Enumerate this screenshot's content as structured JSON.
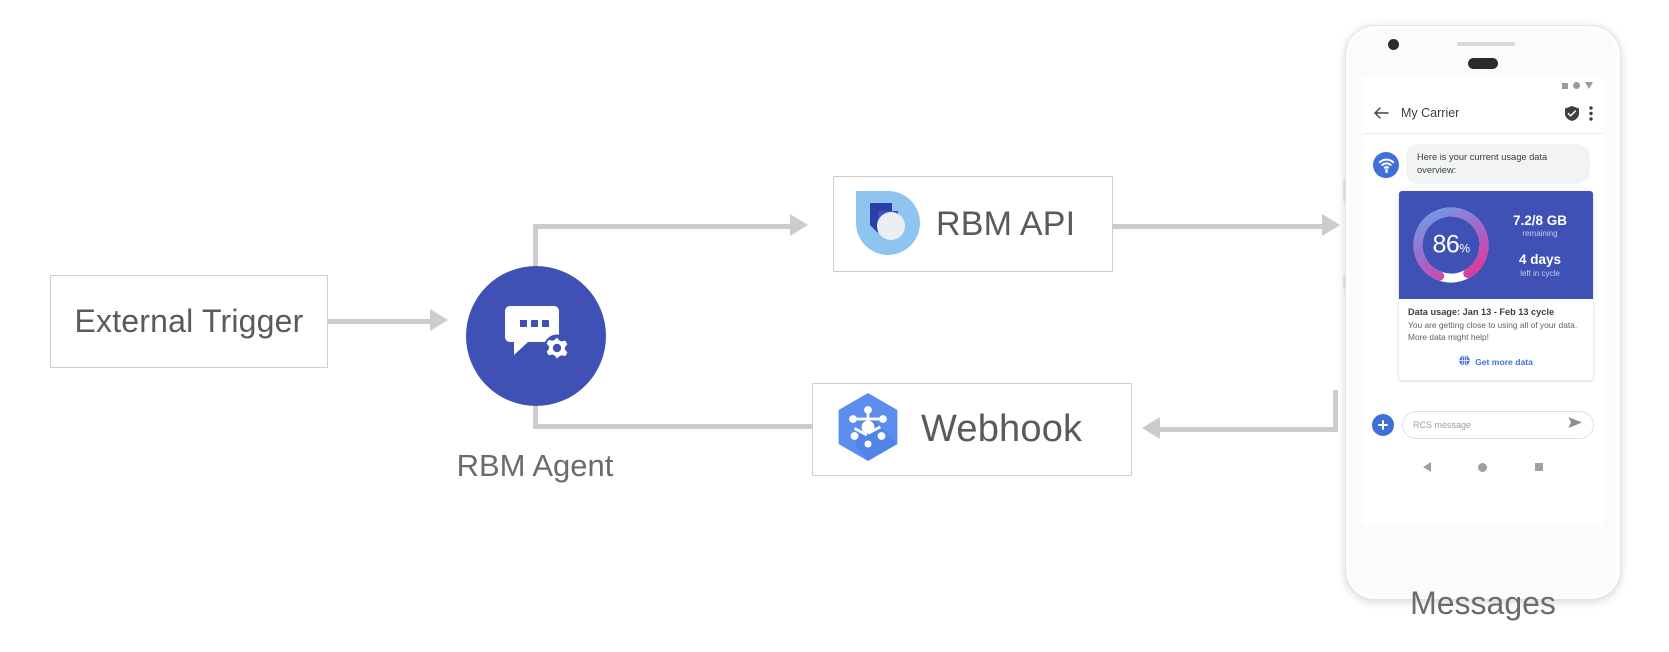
{
  "diagram": {
    "nodes": {
      "external_trigger": {
        "label": "External Trigger"
      },
      "rbm_agent": {
        "label": "RBM Agent",
        "icon": "chat-gear-icon",
        "color": "#3f51b5"
      },
      "rbm_api": {
        "label": "RBM API",
        "icon": "rbm-api-logo-icon"
      },
      "webhook": {
        "label": "Webhook",
        "icon": "webhook-hexagon-icon",
        "color": "#4a7ce0"
      },
      "messages": {
        "label": "Messages"
      }
    },
    "connector_color": "#cccccc"
  },
  "phone": {
    "status_bar": {
      "icons": [
        "square-icon",
        "circle-icon",
        "triangle-down-icon"
      ]
    },
    "app_bar": {
      "back_icon": "back-arrow-icon",
      "title": "My Carrier",
      "verified_icon": "verified-shield-icon",
      "overflow_icon": "more-vert-icon"
    },
    "conversation": {
      "agent_avatar_icon": "wifi-router-icon",
      "intro_message": "Here is your current usage data overview:",
      "card": {
        "gauge": {
          "percent": "86",
          "percent_symbol": "%",
          "value": 86,
          "gradient_start": "#6aa3e8",
          "gradient_mid": "#9a6fd0",
          "gradient_end": "#e0399a",
          "track_color": "#ffffff"
        },
        "stats": [
          {
            "main": "7.2/8 GB",
            "sub": "remaining"
          },
          {
            "main": "4 days",
            "sub": "left in cycle"
          }
        ],
        "title": "Data usage: Jan 13 - Feb 13 cycle",
        "description_line1": "You are getting close to using all of your data.",
        "description_line2": "More data might help!",
        "action": {
          "icon": "globe-icon",
          "label": "Get more data",
          "color": "#3f6fd8"
        }
      }
    },
    "composer": {
      "plus_icon": "plus-icon",
      "placeholder": "RCS message",
      "send_icon": "send-icon"
    },
    "nav_bar": {
      "back_icon": "nav-back-icon",
      "home_icon": "nav-home-icon",
      "recents_icon": "nav-recents-icon"
    }
  }
}
